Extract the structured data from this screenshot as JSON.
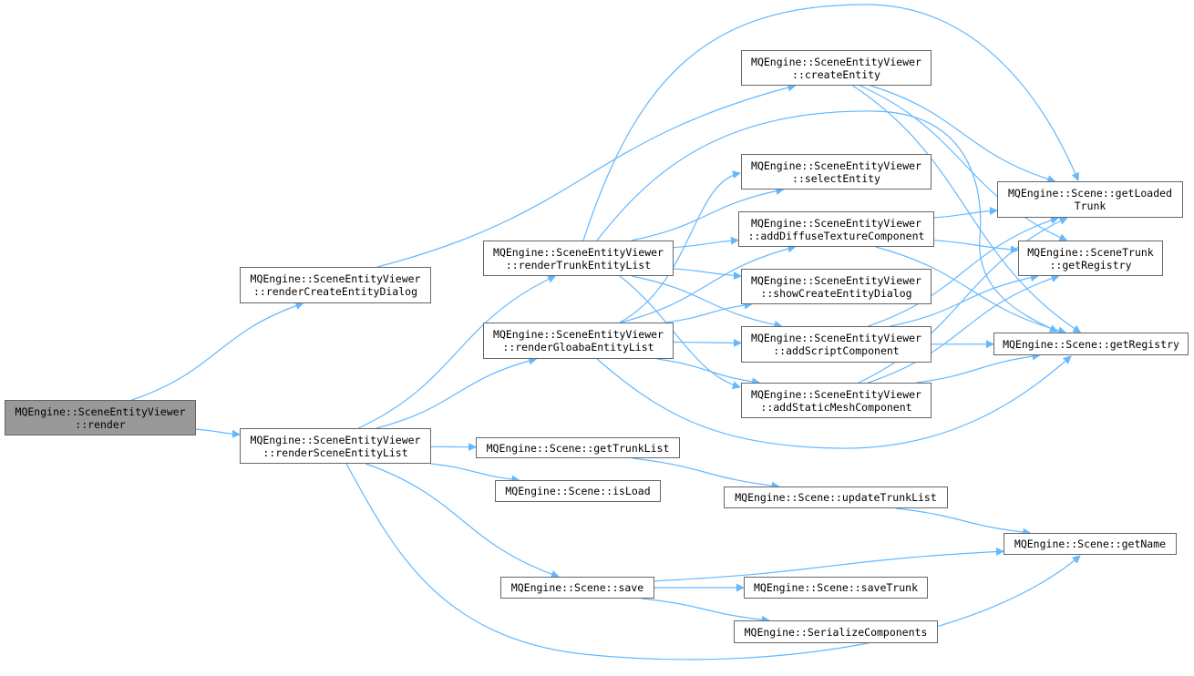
{
  "graph": {
    "edge_color": "#63b8ff",
    "root_fill": "#999999",
    "nodes": [
      {
        "id": "render",
        "lines": [
          "MQEngine::SceneEntityViewer",
          "::render"
        ],
        "root": true
      },
      {
        "id": "renderCreateEntityDialog",
        "lines": [
          "MQEngine::SceneEntityViewer",
          "::renderCreateEntityDialog"
        ]
      },
      {
        "id": "renderSceneEntityList",
        "lines": [
          "MQEngine::SceneEntityViewer",
          "::renderSceneEntityList"
        ]
      },
      {
        "id": "renderTrunkEntityList",
        "lines": [
          "MQEngine::SceneEntityViewer",
          "::renderTrunkEntityList"
        ]
      },
      {
        "id": "renderGloabaEntityList",
        "lines": [
          "MQEngine::SceneEntityViewer",
          "::renderGloabaEntityList"
        ]
      },
      {
        "id": "getTrunkList",
        "lines": [
          "MQEngine::Scene::getTrunkList"
        ]
      },
      {
        "id": "isLoad",
        "lines": [
          "MQEngine::Scene::isLoad"
        ]
      },
      {
        "id": "save",
        "lines": [
          "MQEngine::Scene::save"
        ]
      },
      {
        "id": "createEntity",
        "lines": [
          "MQEngine::SceneEntityViewer",
          "::createEntity"
        ]
      },
      {
        "id": "selectEntity",
        "lines": [
          "MQEngine::SceneEntityViewer",
          "::selectEntity"
        ]
      },
      {
        "id": "addDiffuseTextureComponent",
        "lines": [
          "MQEngine::SceneEntityViewer",
          "::addDiffuseTextureComponent"
        ]
      },
      {
        "id": "showCreateEntityDialog",
        "lines": [
          "MQEngine::SceneEntityViewer",
          "::showCreateEntityDialog"
        ]
      },
      {
        "id": "addScriptComponent",
        "lines": [
          "MQEngine::SceneEntityViewer",
          "::addScriptComponent"
        ]
      },
      {
        "id": "addStaticMeshComponent",
        "lines": [
          "MQEngine::SceneEntityViewer",
          "::addStaticMeshComponent"
        ]
      },
      {
        "id": "updateTrunkList",
        "lines": [
          "MQEngine::Scene::updateTrunkList"
        ]
      },
      {
        "id": "saveTrunk",
        "lines": [
          "MQEngine::Scene::saveTrunk"
        ]
      },
      {
        "id": "SerializeComponents",
        "lines": [
          "MQEngine::SerializeComponents"
        ]
      },
      {
        "id": "getLoadedTrunk",
        "lines": [
          "MQEngine::Scene::getLoaded",
          "Trunk"
        ]
      },
      {
        "id": "trunkGetRegistry",
        "lines": [
          "MQEngine::SceneTrunk",
          "::getRegistry"
        ]
      },
      {
        "id": "sceneGetRegistry",
        "lines": [
          "MQEngine::Scene::getRegistry"
        ]
      },
      {
        "id": "getName",
        "lines": [
          "MQEngine::Scene::getName"
        ]
      }
    ],
    "edges": [
      [
        "render",
        "renderCreateEntityDialog"
      ],
      [
        "render",
        "renderSceneEntityList"
      ],
      [
        "renderCreateEntityDialog",
        "createEntity"
      ],
      [
        "renderSceneEntityList",
        "renderTrunkEntityList"
      ],
      [
        "renderSceneEntityList",
        "renderGloabaEntityList"
      ],
      [
        "renderSceneEntityList",
        "getTrunkList"
      ],
      [
        "renderSceneEntityList",
        "isLoad"
      ],
      [
        "renderSceneEntityList",
        "save"
      ],
      [
        "renderSceneEntityList",
        "getName"
      ],
      [
        "renderTrunkEntityList",
        "getLoadedTrunk"
      ],
      [
        "renderTrunkEntityList",
        "sceneGetRegistry"
      ],
      [
        "renderTrunkEntityList",
        "selectEntity"
      ],
      [
        "renderTrunkEntityList",
        "addDiffuseTextureComponent"
      ],
      [
        "renderTrunkEntityList",
        "showCreateEntityDialog"
      ],
      [
        "renderTrunkEntityList",
        "addScriptComponent"
      ],
      [
        "renderTrunkEntityList",
        "addStaticMeshComponent"
      ],
      [
        "renderGloabaEntityList",
        "selectEntity"
      ],
      [
        "renderGloabaEntityList",
        "addDiffuseTextureComponent"
      ],
      [
        "renderGloabaEntityList",
        "showCreateEntityDialog"
      ],
      [
        "renderGloabaEntityList",
        "addScriptComponent"
      ],
      [
        "renderGloabaEntityList",
        "addStaticMeshComponent"
      ],
      [
        "renderGloabaEntityList",
        "sceneGetRegistry"
      ],
      [
        "createEntity",
        "getLoadedTrunk"
      ],
      [
        "createEntity",
        "trunkGetRegistry"
      ],
      [
        "createEntity",
        "sceneGetRegistry"
      ],
      [
        "addDiffuseTextureComponent",
        "getLoadedTrunk"
      ],
      [
        "addDiffuseTextureComponent",
        "trunkGetRegistry"
      ],
      [
        "addDiffuseTextureComponent",
        "sceneGetRegistry"
      ],
      [
        "addScriptComponent",
        "getLoadedTrunk"
      ],
      [
        "addScriptComponent",
        "trunkGetRegistry"
      ],
      [
        "addScriptComponent",
        "sceneGetRegistry"
      ],
      [
        "addStaticMeshComponent",
        "getLoadedTrunk"
      ],
      [
        "addStaticMeshComponent",
        "trunkGetRegistry"
      ],
      [
        "addStaticMeshComponent",
        "sceneGetRegistry"
      ],
      [
        "getTrunkList",
        "updateTrunkList"
      ],
      [
        "updateTrunkList",
        "getName"
      ],
      [
        "save",
        "getName"
      ],
      [
        "save",
        "saveTrunk"
      ],
      [
        "save",
        "SerializeComponents"
      ]
    ]
  }
}
